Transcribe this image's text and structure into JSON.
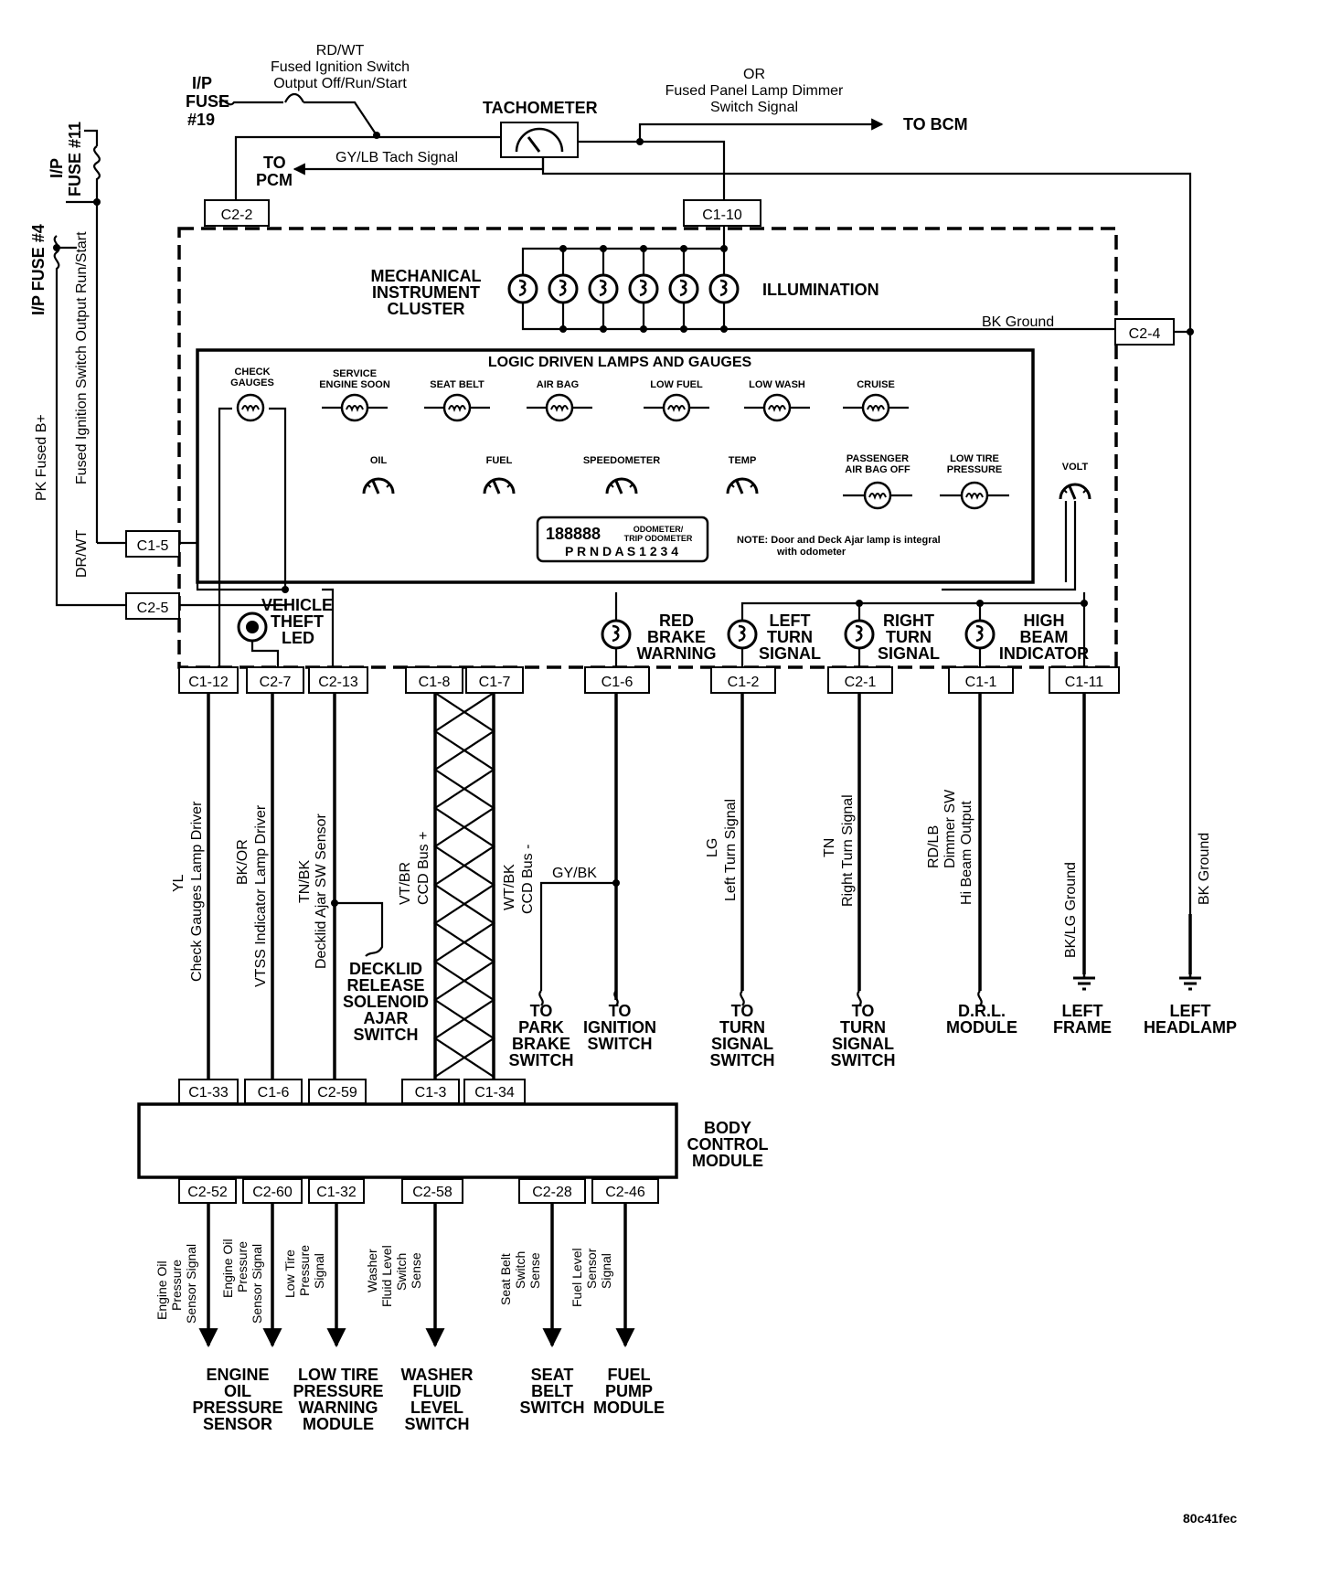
{
  "top": {
    "fuse19": [
      "I/P",
      "FUSE",
      "#19"
    ],
    "rdwt": [
      "RD/WT",
      "Fused Ignition Switch",
      "Output Off/Run/Start"
    ],
    "tachometer": "TACHOMETER",
    "or_wire": [
      "OR",
      "Fused Panel Lamp Dimmer",
      "Switch Signal"
    ],
    "to_bcm": "TO BCM",
    "gylb": "GY/LB  Tach Signal",
    "to_pcm": [
      "TO",
      "PCM"
    ],
    "fuse11": [
      "I/P",
      "FUSE #11"
    ],
    "fuse4": "I/P FUSE #4",
    "fused_ign": "Fused Ignition Switch Output Run/Start",
    "drwt": "DR/WT",
    "pk": "PK   Fused B+"
  },
  "connectors": {
    "c22": "C2-2",
    "c110": "C1-10",
    "c24": "C2-4",
    "c15": "C1-5",
    "c25": "C2-5",
    "c112": "C1-12",
    "c27": "C2-7",
    "c213": "C2-13",
    "c18": "C1-8",
    "c17": "C1-7",
    "c16": "C1-6",
    "c12": "C1-2",
    "c21": "C2-1",
    "c11": "C1-1",
    "c111": "C1-11"
  },
  "cluster": {
    "title": [
      "MECHANICAL",
      "INSTRUMENT",
      "CLUSTER"
    ],
    "illumination": "ILLUMINATION",
    "bk_ground": "BK Ground",
    "logic": "LOGIC DRIVEN LAMPS AND GAUGES",
    "check_gauges": [
      "CHECK",
      "GAUGES"
    ],
    "service": [
      "SERVICE",
      "ENGINE SOON"
    ],
    "seat_belt": "SEAT BELT",
    "air_bag": "AIR BAG",
    "low_fuel": "LOW FUEL",
    "low_wash": "LOW WASH",
    "cruise": "CRUISE",
    "oil": "OIL",
    "fuel": "FUEL",
    "speedometer": "SPEEDOMETER",
    "temp": "TEMP",
    "pass_airbag": [
      "PASSENGER",
      "AIR BAG OFF"
    ],
    "low_tire": [
      "LOW TIRE",
      "PRESSURE"
    ],
    "volt": "VOLT",
    "odo_digits": "188888",
    "odo_label": [
      "ODOMETER/",
      "TRIP ODOMETER"
    ],
    "prndl": "P R N D A S 1 2 3 4",
    "note": [
      "NOTE:  Door and Deck Ajar lamp is integral",
      "with odometer"
    ],
    "theft": [
      "VEHICLE",
      "THEFT",
      "LED"
    ],
    "red_brake": [
      "RED",
      "BRAKE",
      "WARNING"
    ],
    "left_turn": [
      "LEFT",
      "TURN",
      "SIGNAL"
    ],
    "right_turn": [
      "RIGHT",
      "TURN",
      "SIGNAL"
    ],
    "high_beam": [
      "HIGH",
      "BEAM",
      "INDICATOR"
    ]
  },
  "wires": {
    "yl": [
      "YL",
      "Check Gauges Lamp Driver"
    ],
    "bkor": [
      "BK/OR",
      "VTSS Indicator Lamp Driver"
    ],
    "tnbk": [
      "TN/BK",
      "Decklid Ajar SW Sensor"
    ],
    "vtbr": [
      "VT/BR",
      "CCD Bus +"
    ],
    "wtbk": [
      "WT/BK",
      "CCD Bus -"
    ],
    "gybk": "GY/BK",
    "lg": [
      "LG",
      "Left Turn Signal"
    ],
    "tn": [
      "TN",
      "Right Turn Signal"
    ],
    "rdlb": [
      "RD/LB",
      "Dimmer SW",
      "Hi Beam Output"
    ],
    "bklg": "BK/LG  Ground",
    "bk": "BK Ground"
  },
  "destinations": {
    "decklid": [
      "DECKLID",
      "RELEASE",
      "SOLENOID",
      "AJAR",
      "SWITCH"
    ],
    "park_brake": [
      "TO",
      "PARK",
      "BRAKE",
      "SWITCH"
    ],
    "ignition": [
      "TO",
      "IGNITION",
      "SWITCH"
    ],
    "turn1": [
      "TO",
      "TURN",
      "SIGNAL",
      "SWITCH"
    ],
    "turn2": [
      "TO",
      "TURN",
      "SIGNAL",
      "SWITCH"
    ],
    "drl": [
      "D.R.L.",
      "MODULE"
    ],
    "left_frame": [
      "LEFT",
      "FRAME"
    ],
    "left_headlamp": [
      "LEFT",
      "HEADLAMP"
    ]
  },
  "bcm": {
    "title": [
      "BODY",
      "CONTROL",
      "MODULE"
    ],
    "top_conn": [
      "C1-33",
      "C1-6",
      "C2-59",
      "C1-3",
      "C1-34"
    ],
    "bot_conn": [
      "C2-52",
      "C2-60",
      "C1-32",
      "C2-58",
      "C2-28",
      "C2-46"
    ]
  },
  "bottom": {
    "w1": [
      "Engine Oil",
      "Pressure",
      "Sensor Signal"
    ],
    "w2": [
      "Engine Oil",
      "Pressure",
      "Sensor Signal"
    ],
    "w3": [
      "Low Tire",
      "Pressure",
      "Signal"
    ],
    "w4": [
      "Washer",
      "Fluid Level",
      "Switch",
      "Sense"
    ],
    "w5": [
      "Seat Belt",
      "Switch",
      "Sense"
    ],
    "w6": [
      "Fuel Level",
      "Sensor",
      "Signal"
    ],
    "d1": [
      "ENGINE",
      "OIL",
      "PRESSURE",
      "SENSOR"
    ],
    "d2": [
      "LOW TIRE",
      "PRESSURE",
      "WARNING",
      "MODULE"
    ],
    "d3": [
      "WASHER",
      "FLUID",
      "LEVEL",
      "SWITCH"
    ],
    "d4": [
      "SEAT",
      "BELT",
      "SWITCH"
    ],
    "d5": [
      "FUEL",
      "PUMP",
      "MODULE"
    ]
  },
  "code": "80c41fec"
}
